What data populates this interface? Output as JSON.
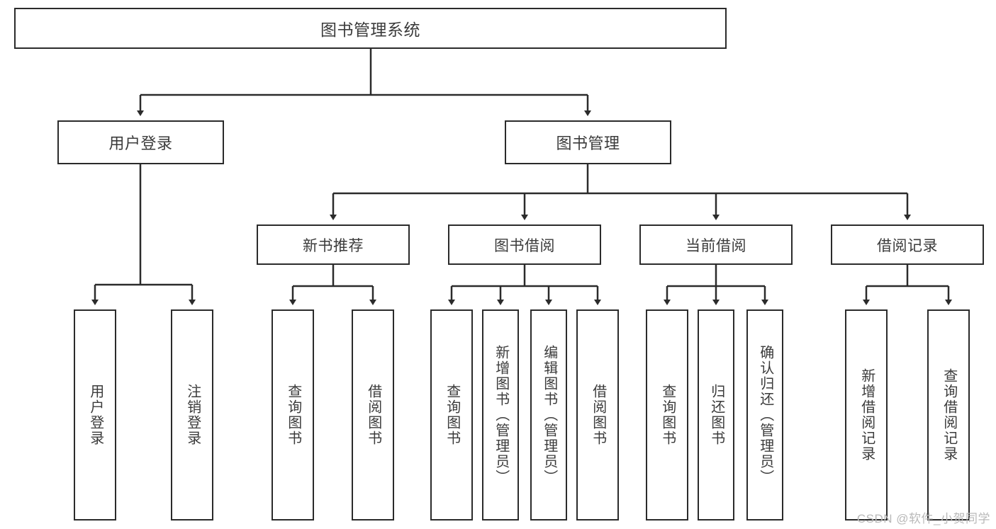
{
  "diagram": {
    "title": "图书管理系统",
    "type": "tree-hierarchy",
    "stroke_color": "#2b2b2b",
    "text_color": "#3b3b3b",
    "background_color": "#ffffff"
  },
  "nodes": {
    "root": {
      "label": "图书管理系统"
    },
    "level2": [
      {
        "label": "用户登录"
      },
      {
        "label": "图书管理"
      }
    ],
    "level3": [
      {
        "label": "新书推荐"
      },
      {
        "label": "图书借阅"
      },
      {
        "label": "当前借阅"
      },
      {
        "label": "借阅记录"
      }
    ],
    "leaves": [
      {
        "label": "用户登录"
      },
      {
        "label": "注销登录"
      },
      {
        "label": "查询图书"
      },
      {
        "label": "借阅图书"
      },
      {
        "label": "查询图书"
      },
      {
        "label": "新增图书（管理员）"
      },
      {
        "label": "编辑图书（管理员）"
      },
      {
        "label": "借阅图书"
      },
      {
        "label": "查询图书"
      },
      {
        "label": "归还图书"
      },
      {
        "label": "确认归还（管理员）"
      },
      {
        "label": "新增借阅记录"
      },
      {
        "label": "查询借阅记录"
      }
    ]
  },
  "watermark": {
    "text": "CSDN @软件_小贺同学"
  }
}
